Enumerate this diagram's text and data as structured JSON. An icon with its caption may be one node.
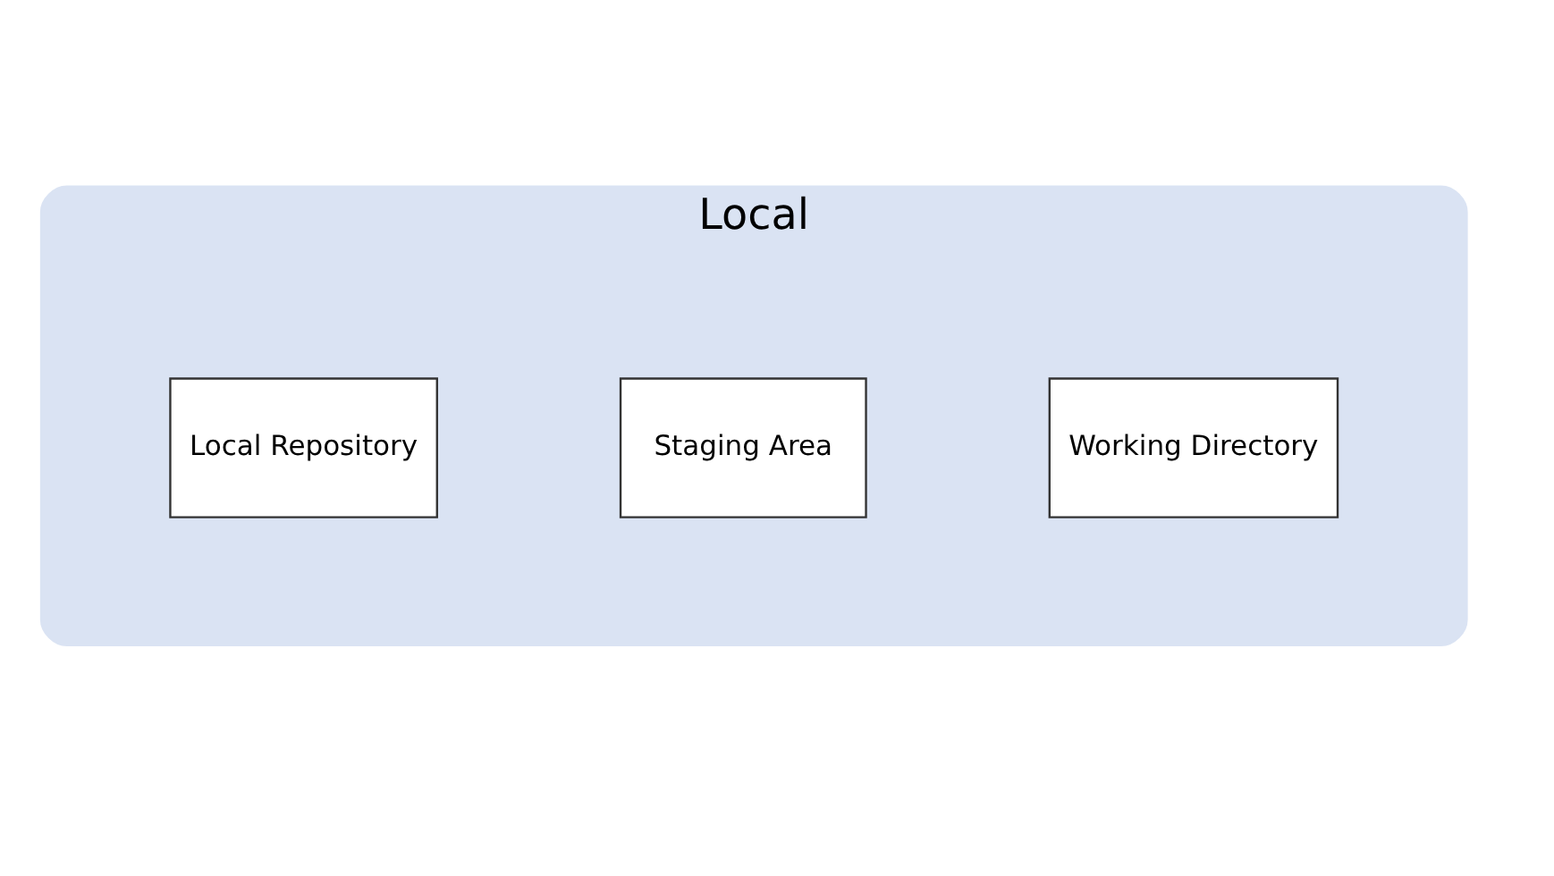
{
  "diagram": {
    "nodes": [
      {
        "text": [
          "Local"
        ]
      },
      {
        "text": [
          "Working Directory"
        ],
        "in": 0
      },
      {
        "text": [
          "Staging Area"
        ],
        "in": 0
      },
      {
        "text": [
          "Local Repository"
        ],
        "in": 0
      }
    ]
  }
}
